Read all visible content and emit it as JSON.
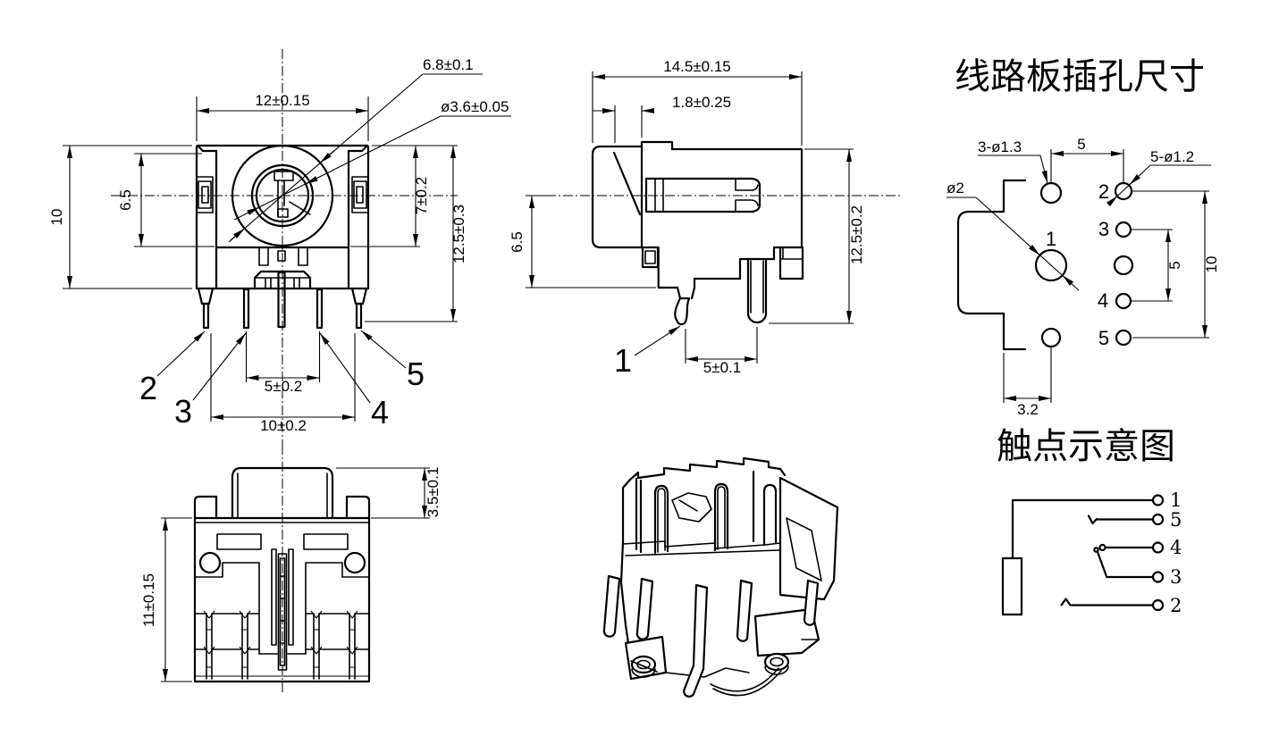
{
  "colors": {
    "ink": "#000000",
    "background": "#ffffff"
  },
  "front": {
    "dim_width": "12±0.15",
    "dim_barrel": "6.8±0.1",
    "dim_hole": "ø3.6±0.05",
    "dim_height": "10",
    "dim_mid": "6.5",
    "dim_right": "7±0.2",
    "dim_total": "12.5±0.3",
    "dim_pin_inner": "5±0.2",
    "dim_pin_outer": "10±0.2",
    "pin2": "2",
    "pin3": "3",
    "pin4": "4",
    "pin5": "5"
  },
  "side": {
    "dim_depth": "14.5±0.15",
    "dim_panel": "1.8±0.25",
    "dim_front": "6.5",
    "dim_total": "12.5±0.2",
    "dim_pins": "5±0.1",
    "pin1": "1"
  },
  "pcb": {
    "title": "线路板插孔尺寸",
    "dim_small": "3-ø1.3",
    "dim_top": "5",
    "dim_row": "5-ø1.2",
    "dim_center": "ø2",
    "dim_pitch": "5",
    "dim_span": "10",
    "dim_bottom": "3.2",
    "h1": "1",
    "h2": "2",
    "h3": "3",
    "h4": "4",
    "h5": "5"
  },
  "bottom": {
    "dim_cap": "3.5±0.1",
    "dim_body": "11±0.15"
  },
  "schematic": {
    "title": "触点示意图",
    "t1": "1",
    "t5": "5",
    "t4": "4",
    "t3": "3",
    "t2": "2"
  }
}
